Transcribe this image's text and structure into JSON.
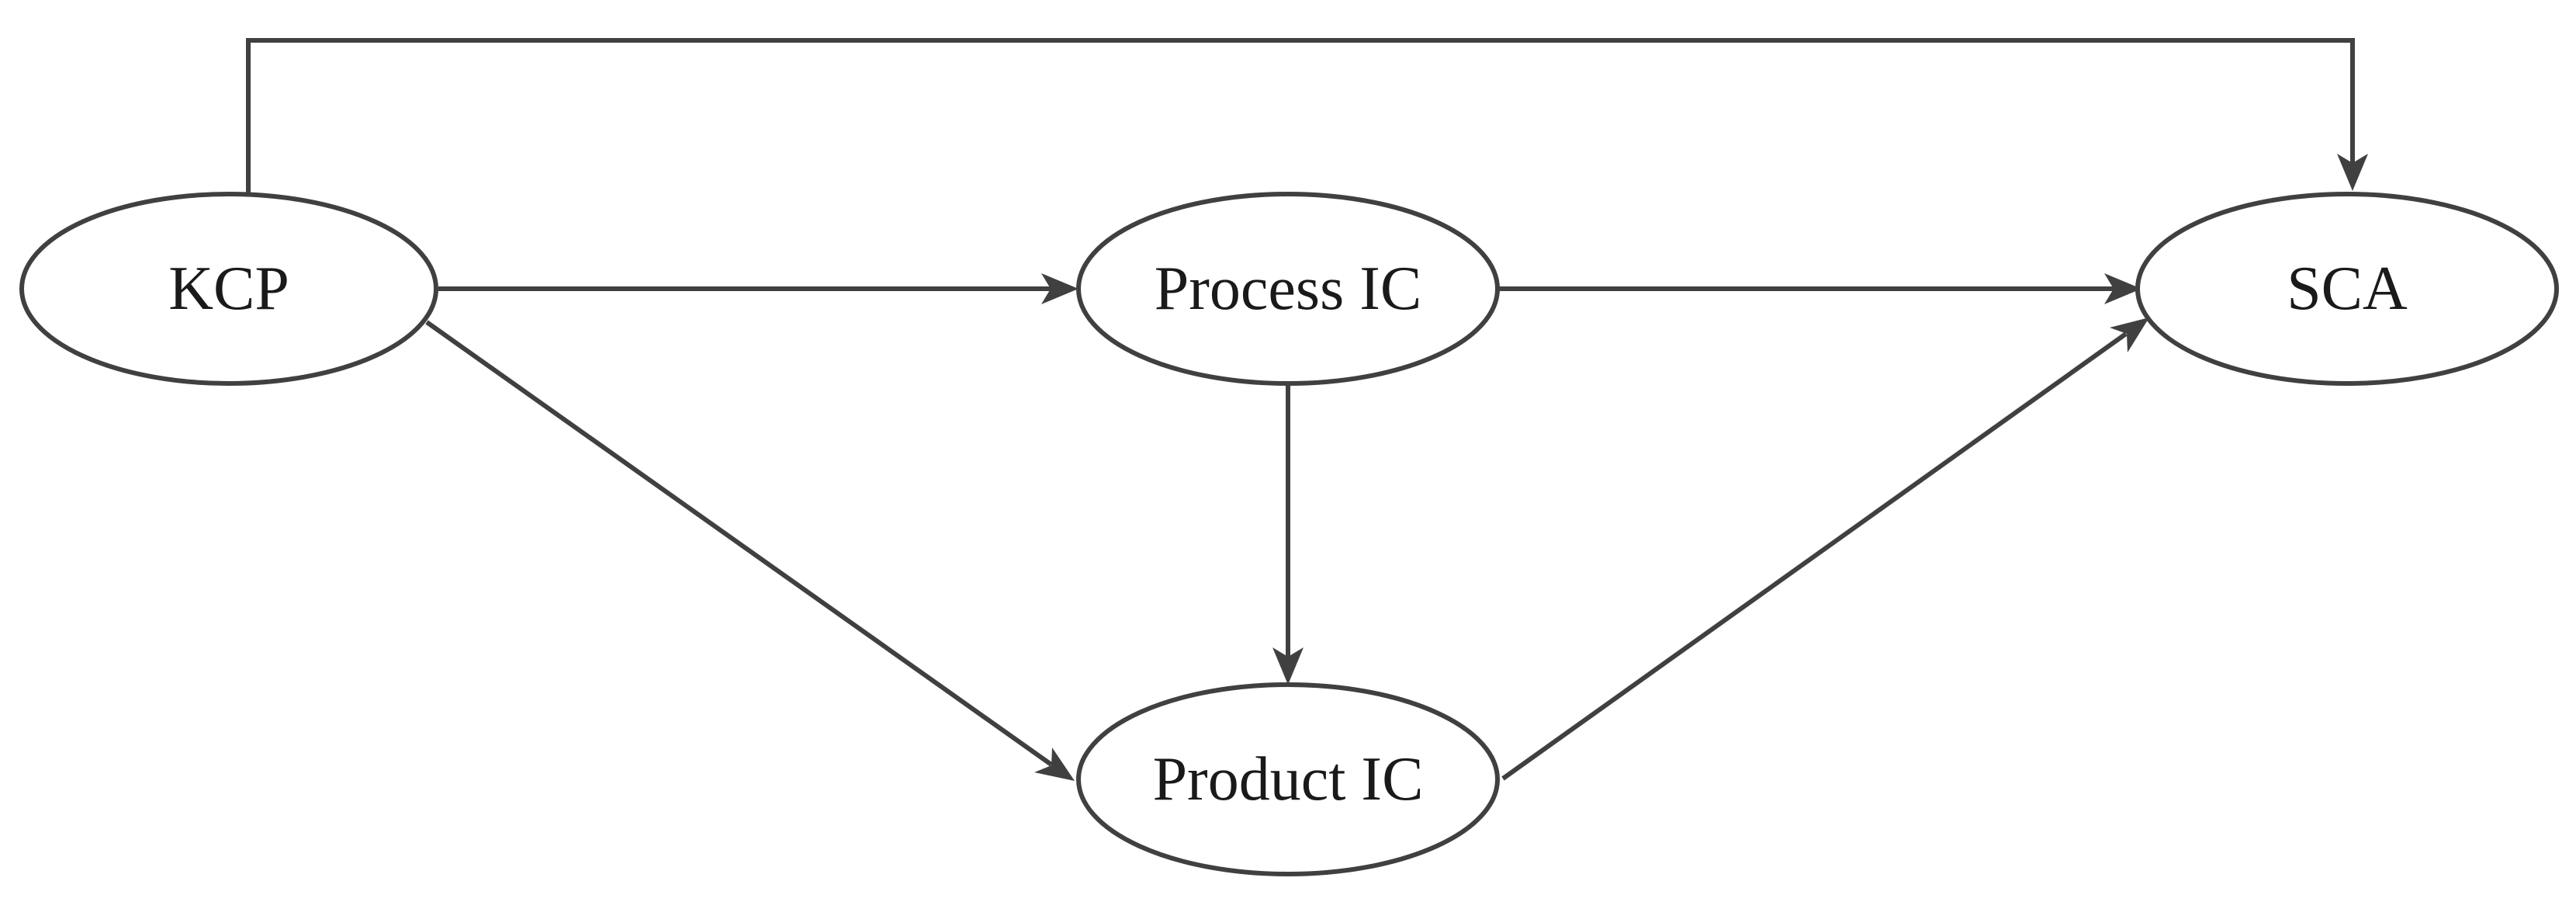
{
  "diagram": {
    "nodes": {
      "kcp": {
        "label": "KCP"
      },
      "process_ic": {
        "label": "Process IC"
      },
      "product_ic": {
        "label": "Product IC"
      },
      "sca": {
        "label": "SCA"
      }
    },
    "edges": [
      {
        "from": "KCP",
        "to": "Process IC"
      },
      {
        "from": "KCP",
        "to": "Product IC"
      },
      {
        "from": "KCP",
        "to": "SCA"
      },
      {
        "from": "Process IC",
        "to": "SCA"
      },
      {
        "from": "Process IC",
        "to": "Product IC"
      },
      {
        "from": "Product IC",
        "to": "SCA"
      }
    ],
    "colors": {
      "stroke": "#404040",
      "text": "#1a1a1a",
      "background": "#ffffff"
    }
  }
}
